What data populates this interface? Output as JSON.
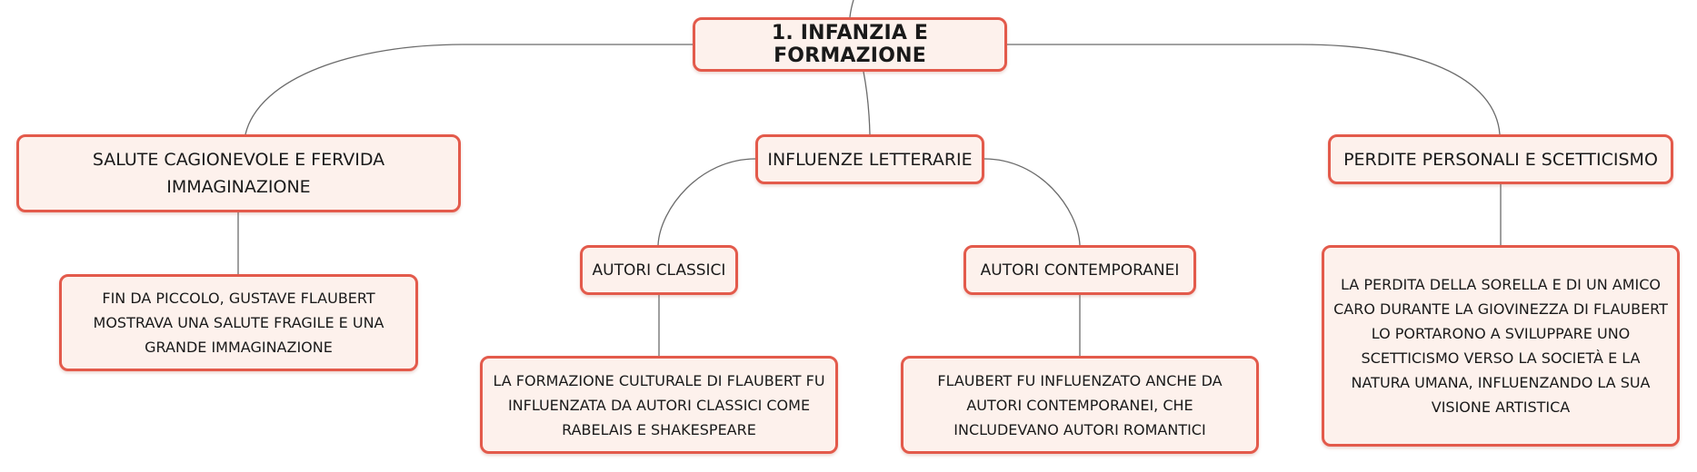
{
  "diagram": {
    "root": {
      "label": "1. INFANZIA E FORMAZIONE"
    },
    "branches": [
      {
        "label": "SALUTE CAGIONEVOLE E FERVIDA IMMAGINAZIONE",
        "details": [
          "FIN DA PICCOLO, GUSTAVE FLAUBERT MOSTRAVA UNA SALUTE FRAGILE E UNA GRANDE IMMAGINAZIONE"
        ]
      },
      {
        "label": "INFLUENZE LETTERARIE",
        "children": [
          {
            "label": "AUTORI CLASSICI",
            "detail": "LA FORMAZIONE CULTURALE DI FLAUBERT FU INFLUENZATA DA AUTORI CLASSICI COME RABELAIS E SHAKESPEARE"
          },
          {
            "label": "AUTORI CONTEMPORANEI",
            "detail": "FLAUBERT FU INFLUENZATO ANCHE DA AUTORI CONTEMPORANEI, CHE INCLUDEVANO AUTORI ROMANTICI"
          }
        ]
      },
      {
        "label": "PERDITE PERSONALI E SCETTICISMO",
        "details": [
          "LA PERDITA DELLA SORELLA E DI UN AMICO CARO DURANTE LA GIOVINEZZA DI FLAUBERT LO PORTARONO A SVILUPPARE UNO SCETTICISMO VERSO LA SOCIETÀ E LA NATURA UMANA, INFLUENZANDO LA SUA VISIONE ARTISTICA"
        ]
      }
    ]
  },
  "colors": {
    "node_border": "#e35a4b",
    "node_fill": "#fdf1ec",
    "connector": "#6b6b6b",
    "text": "#1a1a1a"
  }
}
